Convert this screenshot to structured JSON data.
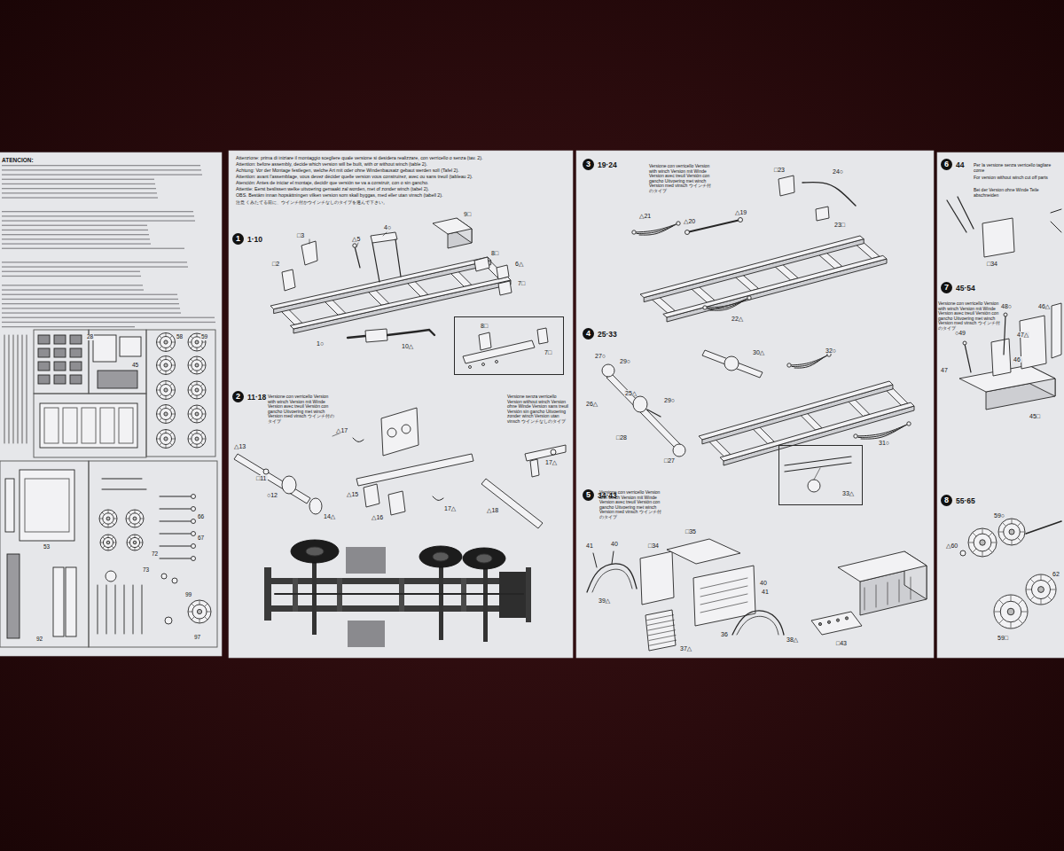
{
  "diagram": {
    "nodes": [
      {
        "text": [
          "1",
          "1·10"
        ]
      },
      {
        "text": [
          "2",
          "11·18"
        ]
      },
      {
        "text": [
          "3",
          "19·24"
        ]
      },
      {
        "text": [
          "4",
          "25·33"
        ]
      },
      {
        "text": [
          "5",
          "34·43"
        ]
      },
      {
        "text": [
          "6",
          "44"
        ]
      },
      {
        "text": [
          "7",
          "45·54"
        ]
      },
      {
        "text": [
          "8",
          "55·65"
        ]
      },
      {
        "text": [
          "8□",
          "7□"
        ]
      },
      {
        "text": [
          "33△"
        ]
      }
    ],
    "labels": [
      "ATENCION:",
      "28",
      "45",
      "58",
      "59",
      "53",
      "66",
      "67",
      "72",
      "73",
      "99",
      "97",
      "92",
      "Attenzione: prima di iniziare il montaggio scegliere quale versione si desidera realizzare, con verricello o senza (tav. 2).",
      "Attention: before assembly, decide which version will be built, with or without winch (table 2).",
      "Achtung: Vor der Montage festlegen, welche Art mit oder ohne Windenbausatz gebaut werden soll (Tafel 2).",
      "Attention: avant l'assemblage, vous devez décider quelle version vous construirez, avec ou sans treuil (tableau 2).",
      "Atención: Antes de iniciar el montaje, decidir que versión se va a construir, con o sin gancho.",
      "Attentie: Eerst beslissen welke uitvoering gemaakt zal worden, met of zonder winch (tabel 2).",
      "OBS. Bestäm innan hopsättningen vilken version som skall byggas, med eller utan vinsch (tabell 2).",
      "注意 くみたてる前に、ウインチ付かウインチなしのタイプを選んで下さい。",
      "□3",
      "△5",
      "4○",
      "9□",
      "8□",
      "6△",
      "7□",
      "□2",
      "1○",
      "10△",
      "Versione con verricello Version with winch Version mit Winde Version avec treuil Versión con gancho Uitvoering met winch Version med vinsch ウインチ付のタイプ",
      "Versione senza verricello Version without winch Version ohne Winde Version sans treuil Versión sin gancho Uitvoering zonder winch Version utan vinsch ウインチなしのタイプ",
      "△13",
      "□11",
      "○12",
      "14△",
      "△17",
      "△15",
      "△16",
      "17△",
      "17△",
      "△18",
      "Versione con verricello Version with winch Version mit Winde Version avec treuil Versión con gancho Uitvoering met winch Version med vinsch ウインチ付のタイプ",
      "△21",
      "△20",
      "△19",
      "□23",
      "24○",
      "23□",
      "22△",
      "27○",
      "29○",
      "25△",
      "29○",
      "26△",
      "□28",
      "□27",
      "30△",
      "32○",
      "31○",
      "Versione con verricello Version with winch Version mit Winde Version avec treuil Versión con gancho Uitvoering met winch Version med vinsch ウインチ付のタイプ",
      "41",
      "40",
      "39△",
      "□35",
      "□34",
      "36",
      "37△",
      "40",
      "41",
      "38△",
      "□43",
      "Per la versione senza verricello tagliare come",
      "For version without winch cut off parts",
      "Bei der Version ohne Winde Teile abschneiden",
      "□34",
      "Versione con verricello Version with winch Version mit Winde Version avec treuil Versión con gancho Uitvoering met winch Version med vinsch ウインチ付のタイプ",
      "48○",
      "46△",
      "○49",
      "47△",
      "46",
      "45□",
      "47",
      "59○",
      "△60",
      "62",
      "59□"
    ]
  }
}
